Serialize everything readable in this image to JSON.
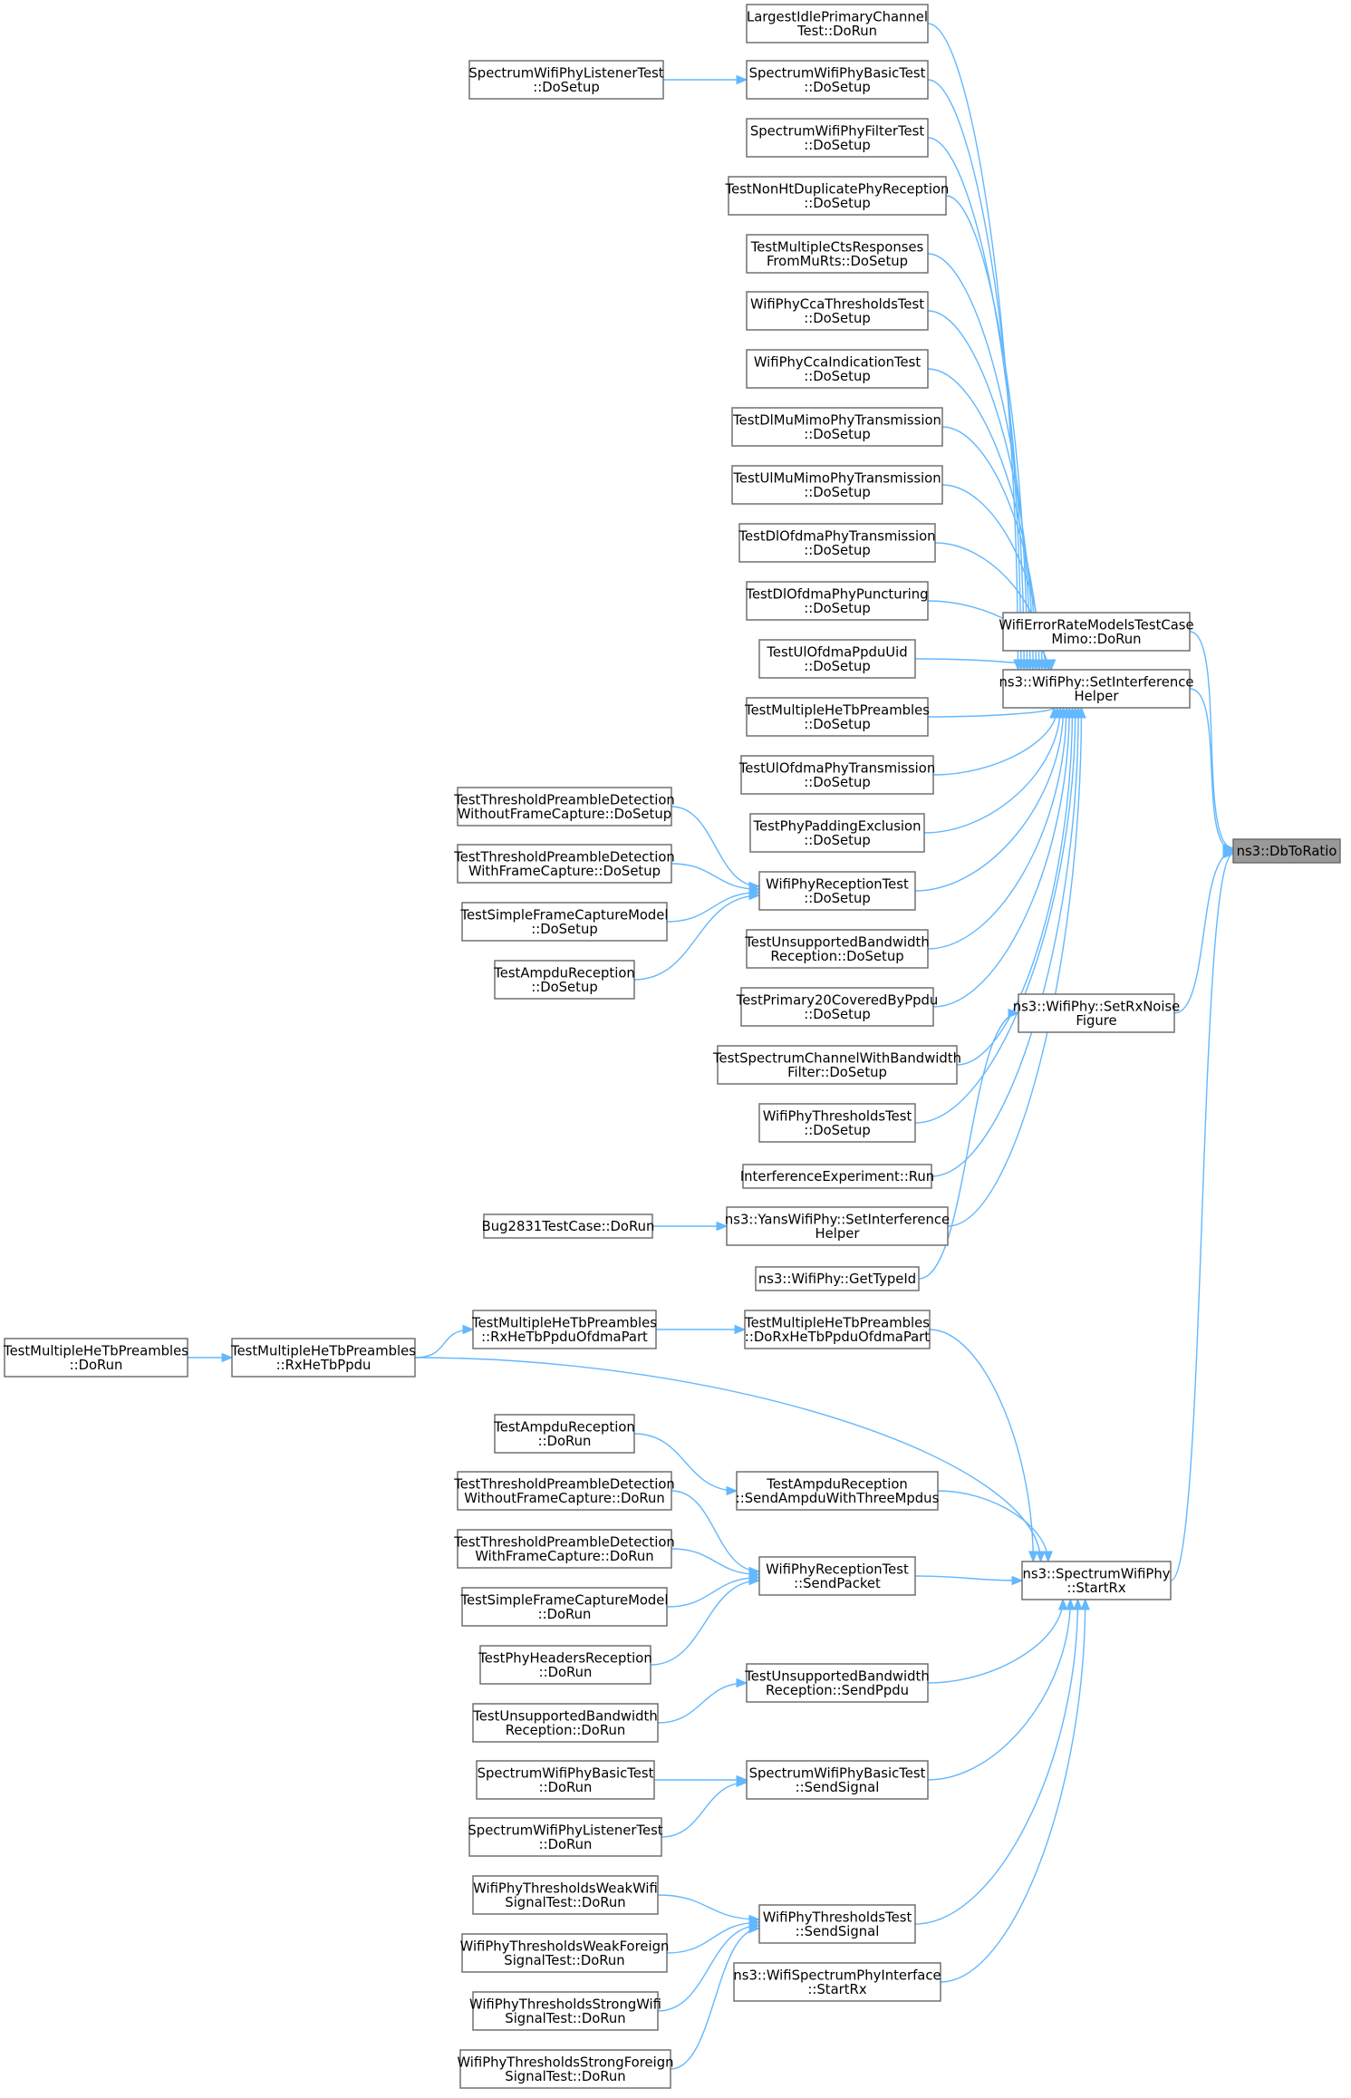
{
  "nodes": [
    {
      "id": "dbtoratio",
      "label": "ns3::DbToRatio",
      "target": true
    },
    {
      "id": "errmimo",
      "label": "WifiErrorRateModelsTestCase Mimo::DoRun"
    },
    {
      "id": "setinterf",
      "label": "ns3::WifiPhy::SetInterference Helper"
    },
    {
      "id": "setrxnoise",
      "label": "ns3::WifiPhy::SetRxNoise Figure"
    },
    {
      "id": "startrx",
      "label": "ns3::SpectrumWifiPhy ::StartRx"
    },
    {
      "id": "largest",
      "label": "LargestIdlePrimaryChannel Test::DoRun"
    },
    {
      "id": "specbasic_setup",
      "label": "SpectrumWifiPhyBasicTest ::DoSetup"
    },
    {
      "id": "speclistener_setup",
      "label": "SpectrumWifiPhyListenerTest ::DoSetup"
    },
    {
      "id": "specfilter",
      "label": "SpectrumWifiPhyFilterTest ::DoSetup"
    },
    {
      "id": "nonht",
      "label": "TestNonHtDuplicatePhyReception ::DoSetup"
    },
    {
      "id": "multicts",
      "label": "TestMultipleCtsResponses FromMuRts::DoSetup"
    },
    {
      "id": "ccathresh",
      "label": "WifiPhyCcaThresholdsTest ::DoSetup"
    },
    {
      "id": "ccaind",
      "label": "WifiPhyCcaIndicationTest ::DoSetup"
    },
    {
      "id": "dlmimo",
      "label": "TestDlMuMimoPhyTransmission ::DoSetup"
    },
    {
      "id": "ulmimo",
      "label": "TestUlMuMimoPhyTransmission ::DoSetup"
    },
    {
      "id": "dlofdma",
      "label": "TestDlOfdmaPhyTransmission ::DoSetup"
    },
    {
      "id": "dlpunct",
      "label": "TestDlOfdmaPhyPuncturing ::DoSetup"
    },
    {
      "id": "ulppduuid",
      "label": "TestUlOfdmaPpduUid ::DoSetup"
    },
    {
      "id": "multihetb_setup",
      "label": "TestMultipleHeTbPreambles ::DoSetup"
    },
    {
      "id": "ulofdma",
      "label": "TestUlOfdmaPhyTransmission ::DoSetup"
    },
    {
      "id": "padding",
      "label": "TestPhyPaddingExclusion ::DoSetup"
    },
    {
      "id": "recvtest_setup",
      "label": "WifiPhyReceptionTest ::DoSetup"
    },
    {
      "id": "tpd_without_setup",
      "label": "TestThresholdPreambleDetection WithoutFrameCapture::DoSetup"
    },
    {
      "id": "tpd_with_setup",
      "label": "TestThresholdPreambleDetection WithFrameCapture::DoSetup"
    },
    {
      "id": "simplefc_setup",
      "label": "TestSimpleFrameCaptureModel ::DoSetup"
    },
    {
      "id": "ampdu_setup",
      "label": "TestAmpduReception ::DoSetup"
    },
    {
      "id": "unsupbw_setup",
      "label": "TestUnsupportedBandwidth Reception::DoSetup"
    },
    {
      "id": "primary20",
      "label": "TestPrimary20CoveredByPpdu ::DoSetup"
    },
    {
      "id": "specchanbw",
      "label": "TestSpectrumChannelWithBandwidth Filter::DoSetup"
    },
    {
      "id": "threshtest_setup",
      "label": "WifiPhyThresholdsTest ::DoSetup"
    },
    {
      "id": "interfexp",
      "label": "InterferenceExperiment::Run"
    },
    {
      "id": "yans",
      "label": "ns3::YansWifiPhy::SetInterference Helper"
    },
    {
      "id": "bug2831",
      "label": "Bug2831TestCase::DoRun"
    },
    {
      "id": "gettypeid",
      "label": "ns3::WifiPhy::GetTypeId"
    },
    {
      "id": "dorxhetb",
      "label": "TestMultipleHeTbPreambles ::DoRxHeTbPpduOfdmaPart"
    },
    {
      "id": "rxhetbofdma",
      "label": "TestMultipleHeTbPreambles ::RxHeTbPpduOfdmaPart"
    },
    {
      "id": "rxhetb",
      "label": "TestMultipleHeTbPreambles ::RxHeTbPpdu"
    },
    {
      "id": "multihetb_run",
      "label": "TestMultipleHeTbPreambles ::DoRun"
    },
    {
      "id": "ampdu_run",
      "label": "TestAmpduReception ::DoRun"
    },
    {
      "id": "sendampdu",
      "label": "TestAmpduReception ::SendAmpduWithThreeMpdus"
    },
    {
      "id": "tpd_without_run",
      "label": "TestThresholdPreambleDetection WithoutFrameCapture::DoRun"
    },
    {
      "id": "tpd_with_run",
      "label": "TestThresholdPreambleDetection WithFrameCapture::DoRun"
    },
    {
      "id": "sendpacket",
      "label": "WifiPhyReceptionTest ::SendPacket"
    },
    {
      "id": "simplefc_run",
      "label": "TestSimpleFrameCaptureModel ::DoRun"
    },
    {
      "id": "headers_run",
      "label": "TestPhyHeadersReception ::DoRun"
    },
    {
      "id": "unsupbw_sendppdu",
      "label": "TestUnsupportedBandwidth Reception::SendPpdu"
    },
    {
      "id": "unsupbw_run",
      "label": "TestUnsupportedBandwidth Reception::DoRun"
    },
    {
      "id": "specbasic_run",
      "label": "SpectrumWifiPhyBasicTest ::DoRun"
    },
    {
      "id": "specbasic_send",
      "label": "SpectrumWifiPhyBasicTest ::SendSignal"
    },
    {
      "id": "speclistener_run",
      "label": "SpectrumWifiPhyListenerTest ::DoRun"
    },
    {
      "id": "weakwifi",
      "label": "WifiPhyThresholdsWeakWifi SignalTest::DoRun"
    },
    {
      "id": "threshtest_send",
      "label": "WifiPhyThresholdsTest ::SendSignal"
    },
    {
      "id": "weakforeign",
      "label": "WifiPhyThresholdsWeakForeign SignalTest::DoRun"
    },
    {
      "id": "specif_startrx",
      "label": "ns3::WifiSpectrumPhyInterface ::StartRx"
    },
    {
      "id": "strongwifi",
      "label": "WifiPhyThresholdsStrongWifi SignalTest::DoRun"
    },
    {
      "id": "strongforeign",
      "label": "WifiPhyThresholdsStrongForeign SignalTest::DoRun"
    }
  ],
  "edges": [
    [
      "errmimo",
      "dbtoratio"
    ],
    [
      "setinterf",
      "dbtoratio"
    ],
    [
      "setrxnoise",
      "dbtoratio"
    ],
    [
      "startrx",
      "dbtoratio"
    ],
    [
      "largest",
      "setinterf"
    ],
    [
      "specbasic_setup",
      "setinterf"
    ],
    [
      "speclistener_setup",
      "specbasic_setup"
    ],
    [
      "specfilter",
      "setinterf"
    ],
    [
      "nonht",
      "setinterf"
    ],
    [
      "multicts",
      "setinterf"
    ],
    [
      "ccathresh",
      "setinterf"
    ],
    [
      "ccaind",
      "setinterf"
    ],
    [
      "dlmimo",
      "setinterf"
    ],
    [
      "ulmimo",
      "setinterf"
    ],
    [
      "dlofdma",
      "setinterf"
    ],
    [
      "dlpunct",
      "setinterf"
    ],
    [
      "ulppduuid",
      "setinterf"
    ],
    [
      "multihetb_setup",
      "setinterf"
    ],
    [
      "ulofdma",
      "setinterf"
    ],
    [
      "padding",
      "setinterf"
    ],
    [
      "recvtest_setup",
      "setinterf"
    ],
    [
      "tpd_without_setup",
      "recvtest_setup"
    ],
    [
      "tpd_with_setup",
      "recvtest_setup"
    ],
    [
      "simplefc_setup",
      "recvtest_setup"
    ],
    [
      "ampdu_setup",
      "recvtest_setup"
    ],
    [
      "unsupbw_setup",
      "setinterf"
    ],
    [
      "primary20",
      "setinterf"
    ],
    [
      "specchanbw",
      "setinterf"
    ],
    [
      "threshtest_setup",
      "setinterf"
    ],
    [
      "interfexp",
      "setinterf"
    ],
    [
      "yans",
      "setinterf"
    ],
    [
      "bug2831",
      "yans"
    ],
    [
      "gettypeid",
      "setrxnoise"
    ],
    [
      "dorxhetb",
      "startrx"
    ],
    [
      "rxhetbofdma",
      "dorxhetb"
    ],
    [
      "rxhetb",
      "rxhetbofdma"
    ],
    [
      "rxhetb",
      "startrx"
    ],
    [
      "multihetb_run",
      "rxhetb"
    ],
    [
      "ampdu_run",
      "sendampdu"
    ],
    [
      "sendampdu",
      "startrx"
    ],
    [
      "tpd_without_run",
      "sendpacket"
    ],
    [
      "tpd_with_run",
      "sendpacket"
    ],
    [
      "simplefc_run",
      "sendpacket"
    ],
    [
      "headers_run",
      "sendpacket"
    ],
    [
      "sendpacket",
      "startrx"
    ],
    [
      "unsupbw_sendppdu",
      "startrx"
    ],
    [
      "unsupbw_run",
      "unsupbw_sendppdu"
    ],
    [
      "specbasic_run",
      "specbasic_send"
    ],
    [
      "speclistener_run",
      "specbasic_send"
    ],
    [
      "specbasic_send",
      "startrx"
    ],
    [
      "weakwifi",
      "threshtest_send"
    ],
    [
      "weakforeign",
      "threshtest_send"
    ],
    [
      "strongwifi",
      "threshtest_send"
    ],
    [
      "strongforeign",
      "threshtest_send"
    ],
    [
      "threshtest_send",
      "startrx"
    ],
    [
      "specif_startrx",
      "startrx"
    ]
  ]
}
